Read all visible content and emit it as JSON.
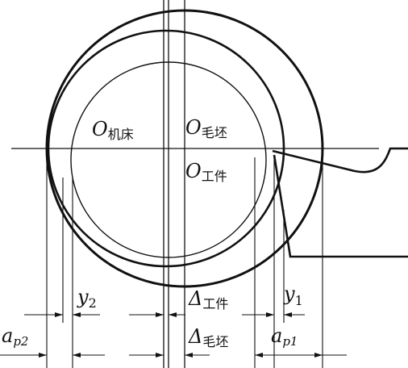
{
  "labels": {
    "o_machine": {
      "main": "O",
      "sub": "机床"
    },
    "o_blank": {
      "main": "O",
      "sub": "毛坯"
    },
    "o_work": {
      "main": "O",
      "sub": "工件"
    },
    "y2": {
      "main": "y",
      "sub": "2"
    },
    "y1": {
      "main": "y",
      "sub": "1"
    },
    "delta_work": {
      "main": "Δ",
      "sub": "工件"
    },
    "delta_blank": {
      "main": "Δ",
      "sub": "毛坯"
    },
    "ap2": {
      "main": "a",
      "sub": "p2"
    },
    "ap1": {
      "main": "a",
      "sub": "p1"
    }
  }
}
